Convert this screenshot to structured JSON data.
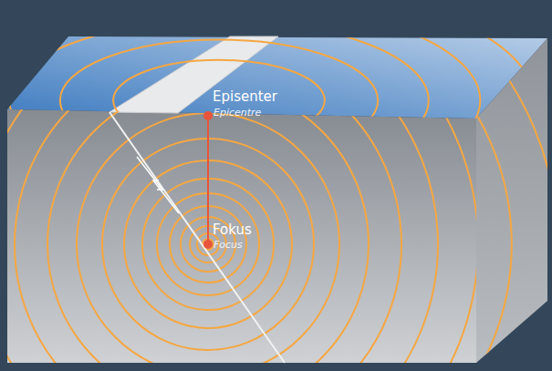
{
  "diagram": {
    "labels": [
      "Episenter",
      "Epicentre",
      "Fokus",
      "Focus"
    ]
  }
}
